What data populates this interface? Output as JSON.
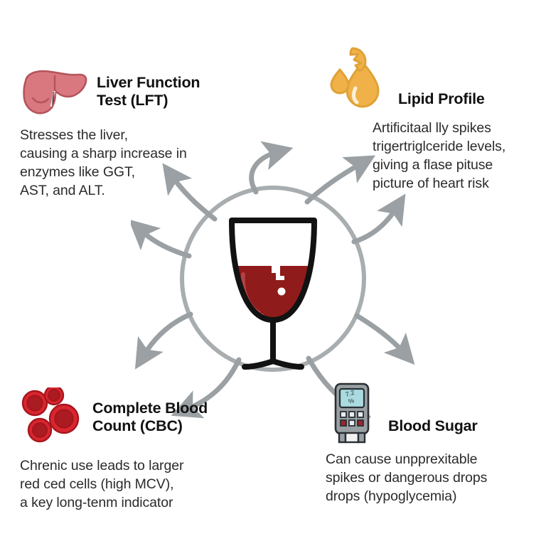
{
  "background_color": "#ffffff",
  "palette": {
    "arrow_gray": "#9aa0a3",
    "circle_gray": "#a6abad",
    "wine_red": "#8f1b1b",
    "wine_red_dark": "#7d1616",
    "glass_outline": "#121212",
    "liver_pink": "#d9787f",
    "liver_outline": "#b4545c",
    "droplet_orange": "#f0b248",
    "droplet_outline": "#d99a2e",
    "blood_cell_red": "#c5212a",
    "blood_cell_dark": "#a8151d",
    "meter_gray": "#8c9498",
    "meter_screen": "#a9dbe0",
    "heading_black": "#111111",
    "body_text": "#2b2b2b"
  },
  "center": {
    "icon": "wine-glass-icon",
    "label": "wine glass of red wine",
    "circle_label": "central circle outline",
    "arrow_count": 8,
    "arrow_directions": [
      "up-left",
      "up",
      "up-right",
      "right-upper",
      "right-lower",
      "down-right",
      "down-left",
      "left"
    ]
  },
  "blocks": [
    {
      "id": "lft",
      "icon": "liver-icon",
      "title": "Liver Function Test (LFT)",
      "title_lines": [
        "Liver Function",
        "Test (LFT)"
      ],
      "body": "Stresses the liver, causing a sharp increase in enzymes like GGT, AST, and ALT.",
      "body_lines": [
        "Stresses the liver,",
        "causing a sharp increase in",
        "enzymes like GGT,",
        "AST, and ALT."
      ]
    },
    {
      "id": "lipid",
      "icon": "oil-droplet-icon",
      "title": "Lipid Profile",
      "title_lines": [
        "Lipid Profile"
      ],
      "body": "Artificitaal lly spikes trigertriglceride levels, giving a flase pituse picture of heart risk",
      "body_lines": [
        "Artificitaal lly spikes",
        "trigertriglceride levels,",
        "giving a flase pituse",
        "picture of heart risk"
      ]
    },
    {
      "id": "cbc",
      "icon": "red-blood-cells-icon",
      "title": "Complete Blood Count (CBC)",
      "title_lines": [
        "Complete Blood",
        "Count (CBC)"
      ],
      "body": "Chrenic use leads to larger red ced cells (high MCV), a key long-tenm indicator",
      "body_lines": [
        "Chrenic use leads to larger",
        "red ced cells (high MCV),",
        "a key long-tenm indicator"
      ]
    },
    {
      "id": "sugar",
      "icon": "glucometer-icon",
      "title": "Blood Sugar",
      "title_lines": [
        "Blood Sugar"
      ],
      "body": "Can cause unpprexitable spikes or dangerous drops drops (hypoglycemia)",
      "body_lines": [
        "Can cause unpprexitable",
        "spikes or dangerous drops",
        "drops (hypoglycemia)"
      ]
    }
  ]
}
